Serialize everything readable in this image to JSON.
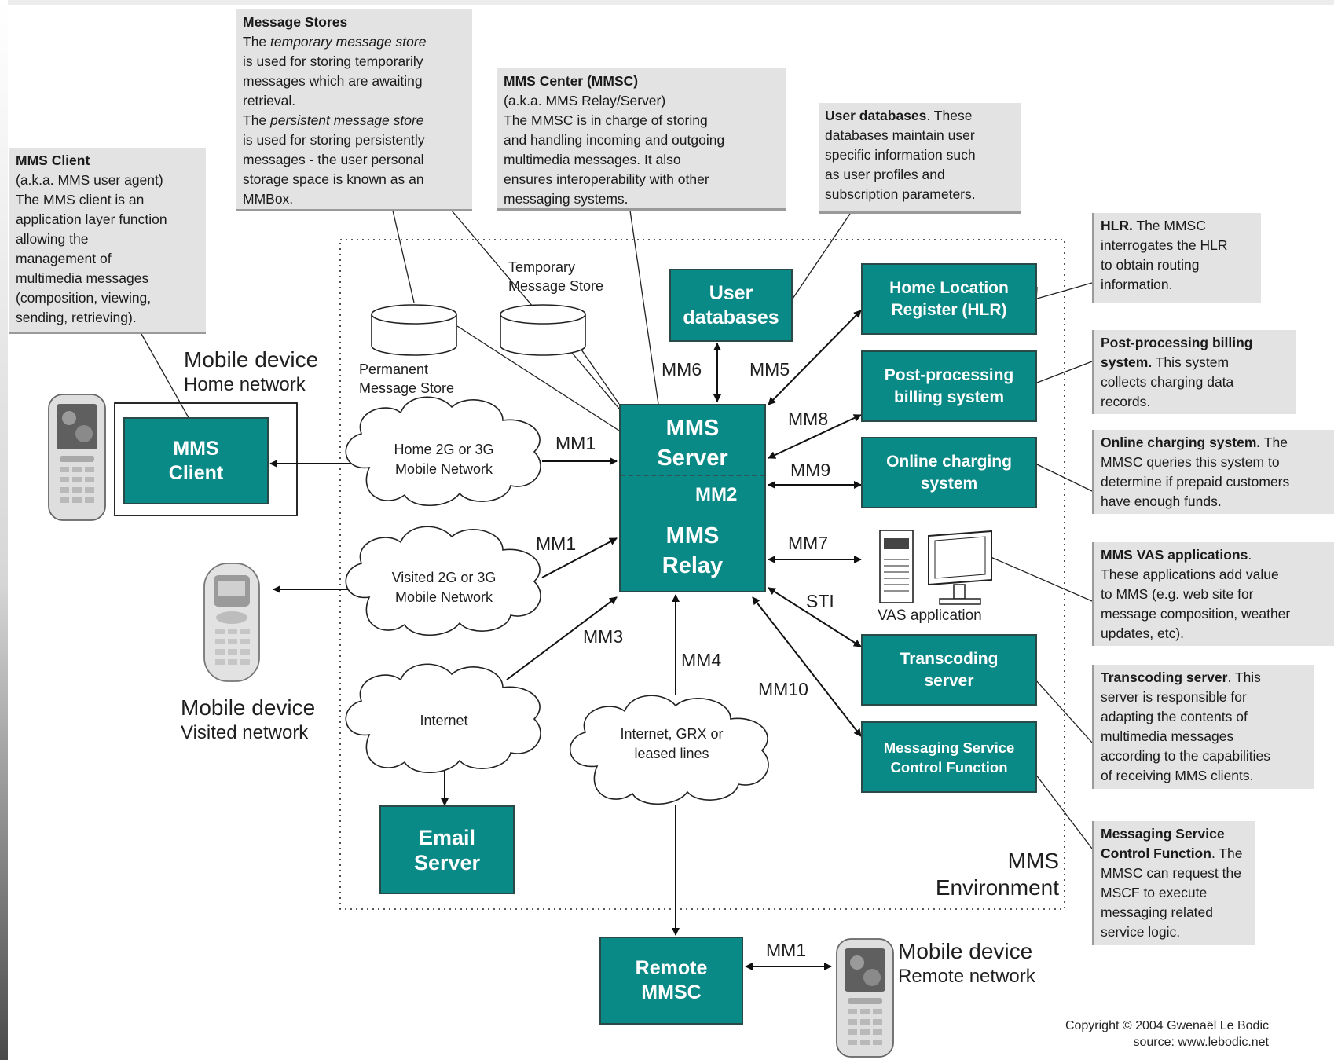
{
  "notes": {
    "mms_client": {
      "title": "MMS Client",
      "lines": [
        "(a.k.a. MMS user agent)",
        "The MMS client is an",
        "application layer function",
        "allowing the",
        "management of",
        "multimedia messages",
        "(composition, viewing,",
        "sending, retrieving)."
      ]
    },
    "message_stores": {
      "title": "Message Stores",
      "lines_html": "The <i>temporary message store</i><br>is used for storing temporarily<br>messages which are awaiting<br>retrieval.<br>The <i>persistent message store</i><br>is used for storing persistently<br>messages - the user personal<br>storage space is known as an<br>MMBox."
    },
    "mmsc": {
      "title": "MMS Center (MMSC)",
      "lines": [
        "(a.k.a. MMS Relay/Server)",
        "The MMSC is in charge of storing",
        "and handling incoming and outgoing",
        "multimedia messages. It also",
        "ensures interoperability with other",
        "messaging systems."
      ]
    },
    "user_databases": {
      "title": "User databases",
      "lines_html": "<b>User databases</b>. These<br>databases maintain user<br>specific information such<br>as user profiles and<br>subscription parameters."
    },
    "hlr": {
      "lines_html": "<b>HLR.</b> The MMSC<br>interrogates the HLR<br>to obtain routing<br>information."
    },
    "billing": {
      "lines_html": "<b>Post-processing billing<br>system.</b> This system<br>collects charging data<br>records."
    },
    "online_charging": {
      "lines_html": "<b>Online charging system.</b> The<br>MMSC queries this system to<br>determine if prepaid customers<br>have enough funds."
    },
    "vas": {
      "lines_html": "<b>MMS VAS applications</b>.<br>These applications add value<br>to MMS (e.g. web site for<br>message composition, weather<br>updates, etc)."
    },
    "transcoding": {
      "lines_html": "<b>Transcoding server</b>. This<br>server is responsible for<br>adapting the contents of<br>multimedia messages<br>according to the capabilities<br>of receiving MMS clients."
    },
    "mscf": {
      "lines_html": "<b>Messaging Service<br>Control Function</b>. The<br>MMSC can request the<br>MSCF to execute<br>messaging related<br>service logic."
    }
  },
  "boxes": {
    "mms_client": [
      "MMS",
      "Client"
    ],
    "user_databases": [
      "User",
      "databases"
    ],
    "hlr": [
      "Home Location",
      "Register (HLR)"
    ],
    "billing": [
      "Post-processing",
      "billing system"
    ],
    "online_charging": [
      "Online charging",
      "system"
    ],
    "transcoding": [
      "Transcoding",
      "server"
    ],
    "mscf": [
      "Messaging Service",
      "Control Function"
    ],
    "email": [
      "Email",
      "Server"
    ],
    "remote_mmsc": [
      "Remote",
      "MMSC"
    ],
    "mms_server": [
      "MMS",
      "Server"
    ],
    "mms_relay": [
      "MMS",
      "Relay"
    ]
  },
  "clouds": {
    "home": [
      "Home 2G or 3G",
      "Mobile Network"
    ],
    "visited": [
      "Visited 2G or 3G",
      "Mobile Network"
    ],
    "internet": [
      "Internet"
    ],
    "grx": [
      "Internet, GRX or",
      "leased lines"
    ]
  },
  "stores": {
    "permanent": [
      "Permanent",
      "Message Store"
    ],
    "temporary": [
      "Temporary",
      "Message Store"
    ]
  },
  "interfaces": {
    "mm1_home": "MM1",
    "mm1_visited": "MM1",
    "mm1_remote": "MM1",
    "mm2": "MM2",
    "mm3": "MM3",
    "mm4": "MM4",
    "mm5": "MM5",
    "mm6": "MM6",
    "mm7": "MM7",
    "mm8": "MM8",
    "mm9": "MM9",
    "mm10": "MM10",
    "sti": "STI"
  },
  "devices": {
    "home": [
      "Mobile device",
      "Home network"
    ],
    "visited": [
      "Mobile device",
      "Visited network"
    ],
    "remote": [
      "Mobile device",
      "Remote network"
    ]
  },
  "vas_label": "VAS application",
  "environment": [
    "MMS",
    "Environment"
  ],
  "copyright": [
    "Copyright © 2004 Gwenaël Le Bodic",
    "source: www.lebodic.net"
  ],
  "colors": {
    "box_fill": "#0a8a86",
    "box_border": "#2a4a48",
    "note_fill": "#e3e3e3",
    "note_border": "#9a9a9a"
  }
}
